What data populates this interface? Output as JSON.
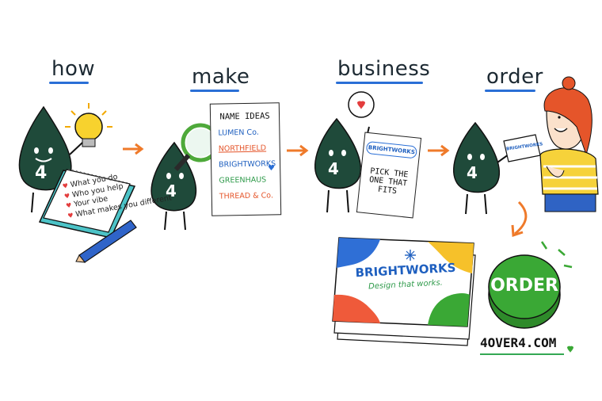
{
  "stages": {
    "s1": "how",
    "s2": "make",
    "s3": "business",
    "s4": "order"
  },
  "checklist": [
    "What you do",
    "Who you help",
    "Your vibe",
    "What makes you different"
  ],
  "name_card": {
    "title": "NAME IDEAS",
    "names": [
      "LUMEN Co.",
      "NORTHFIELD",
      "BRIGHTWORKS",
      "GREENHAUS",
      "THREAD & Co."
    ]
  },
  "pick": {
    "chosen": "BRIGHTWORKS",
    "text1": "PICK THE",
    "text2": "ONE THAT",
    "text3": "FITS"
  },
  "mascot_number": "4",
  "held_card": "BRIGHTWORKS",
  "business_card": {
    "name": "BRIGHTWORKS",
    "tagline": "Design that works."
  },
  "order_button": "ORDER",
  "website": "4OVER4.COM",
  "colors": {
    "mascot": "#1f4a3a",
    "accent_orange": "#ef7a2a",
    "underline_blue": "#2a6fd6",
    "order_green": "#3aa835",
    "card_blue": "#1e5fbf"
  }
}
